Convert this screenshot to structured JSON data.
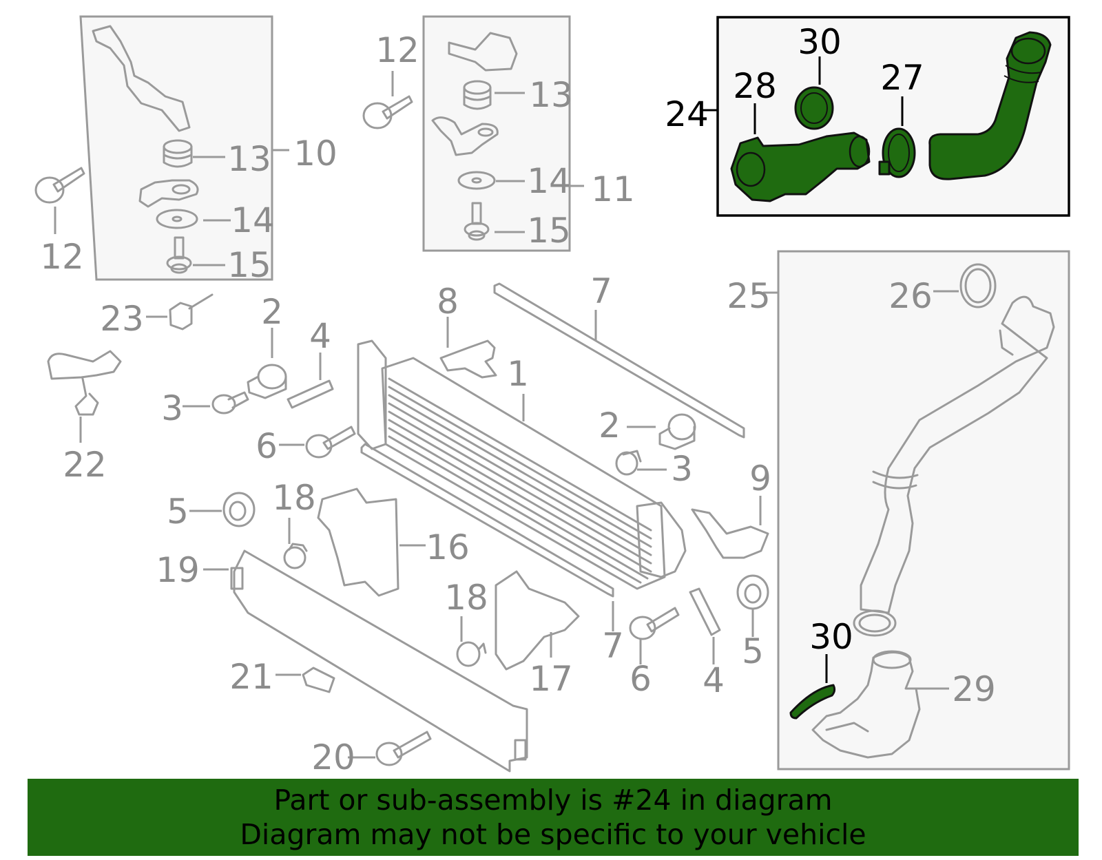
{
  "banner": {
    "line1": "Part or sub-assembly is #24 in diagram",
    "line2": "Diagram may not be specific to your vehicle"
  },
  "colors": {
    "highlight_fill": "#1f6b10",
    "part_stroke": "#9a9a9a",
    "label_gray": "#8c8c8c",
    "label_highlight": "#000000"
  },
  "callouts": {
    "c1": "1",
    "c2a": "2",
    "c2b": "2",
    "c3a": "3",
    "c3b": "3",
    "c4a": "4",
    "c4b": "4",
    "c5a": "5",
    "c5b": "5",
    "c6a": "6",
    "c6b": "6",
    "c7a": "7",
    "c7b": "7",
    "c8": "8",
    "c9": "9",
    "c10": "10",
    "c11": "11",
    "c12a": "12",
    "c12b": "12",
    "c13a": "13",
    "c13b": "13",
    "c14a": "14",
    "c14b": "14",
    "c15a": "15",
    "c15b": "15",
    "c16": "16",
    "c17": "17",
    "c18a": "18",
    "c18b": "18",
    "c19": "19",
    "c20": "20",
    "c21": "21",
    "c22": "22",
    "c23": "23",
    "c24": "24",
    "c25": "25",
    "c26": "26",
    "c27": "27",
    "c28": "28",
    "c29": "29",
    "c30a": "30",
    "c30b": "30"
  }
}
